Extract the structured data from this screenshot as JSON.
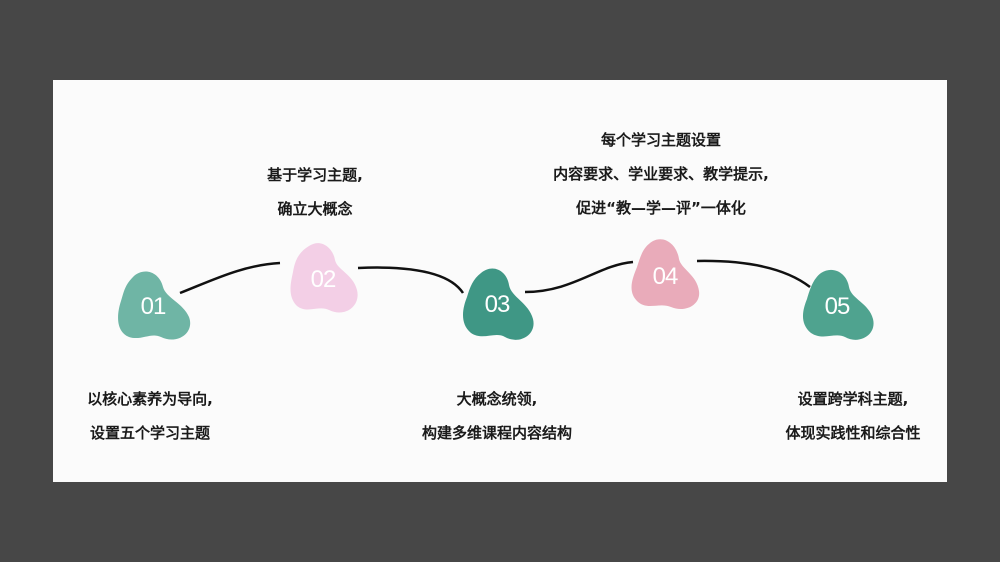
{
  "steps": [
    {
      "number": "01",
      "color": "#6fb5a5",
      "lines": [
        "以核心素养为导向,",
        "设置五个学习主题"
      ]
    },
    {
      "number": "02",
      "color": "#f3cfe6",
      "lines": [
        "基于学习主题,",
        "确立大概念"
      ]
    },
    {
      "number": "03",
      "color": "#3f9785",
      "lines": [
        "大概念统领,",
        "构建多维课程内容结构"
      ]
    },
    {
      "number": "04",
      "color": "#e9abba",
      "lines": [
        "每个学习主题设置",
        "内容要求、学业要求、教学提示,",
        "促进“教—学—评”一体化"
      ]
    },
    {
      "number": "05",
      "color": "#4fa38f",
      "lines": [
        "设置跨学科主题,",
        "体现实践性和综合性"
      ]
    }
  ]
}
